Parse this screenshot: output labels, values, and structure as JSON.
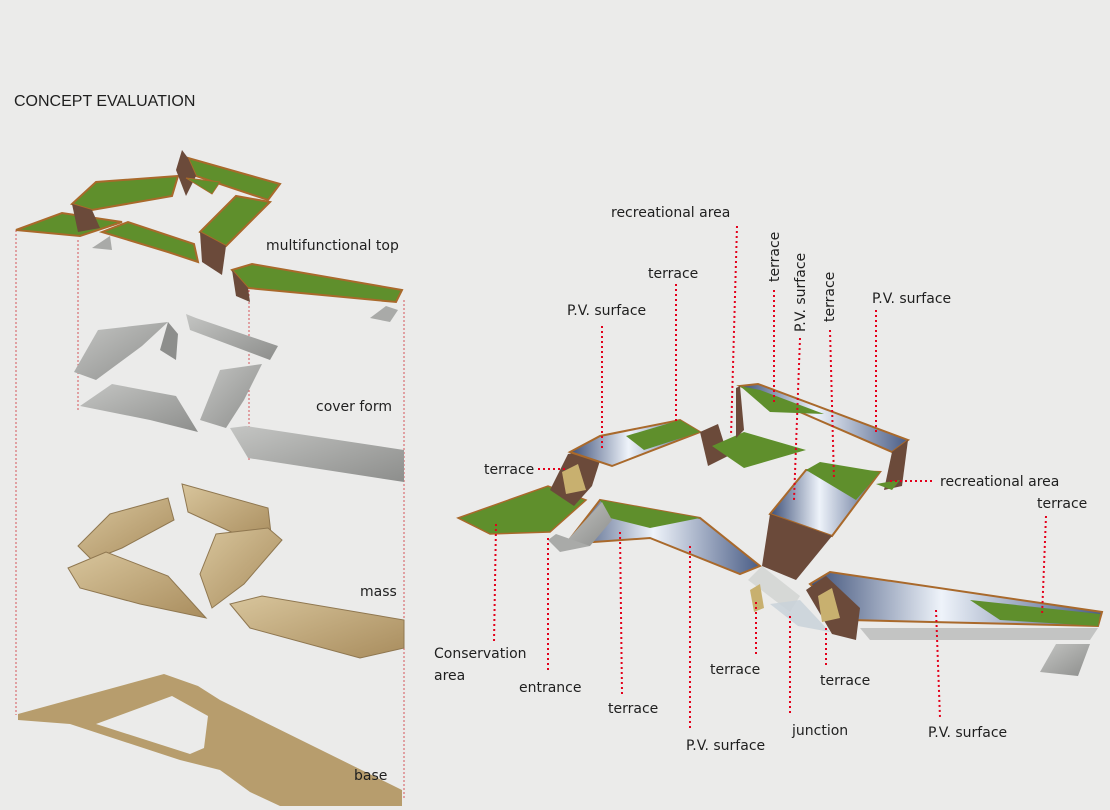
{
  "title": "CONCEPT EVALUATION",
  "layers": {
    "top": "multifunctional top",
    "cover": "cover form",
    "mass": "mass",
    "base": "base"
  },
  "labels": {
    "recreational_area_top": "recreational area",
    "terrace_top": "terrace",
    "terrace_vertical_1": "terrace",
    "pv_surface_vertical": "P.V. surface",
    "terrace_vertical_2": "terrace",
    "pv_surface_left": "P.V. surface",
    "pv_surface_right": "P.V. surface",
    "terrace_left": "terrace",
    "recreational_area_right": "recreational area",
    "terrace_right": "terrace",
    "conservation_area_line1": "Conservation",
    "conservation_area_line2": "area",
    "entrance": "entrance",
    "terrace_bottom_1": "terrace",
    "pv_surface_bottom_1": "P.V. surface",
    "terrace_bottom_2": "terrace",
    "junction": "junction",
    "terrace_bottom_3": "terrace",
    "pv_surface_bottom_2": "P.V. surface"
  },
  "colors": {
    "background": "#ebebea",
    "grass": "#5f8f2c",
    "rim": "#a9692b",
    "wall": "#6b4a3a",
    "glass": "#c9d6e6",
    "concrete": "#a9aaa8",
    "mass": "#c9b182",
    "base": "#b79d6d",
    "leader": "#e3001b"
  }
}
